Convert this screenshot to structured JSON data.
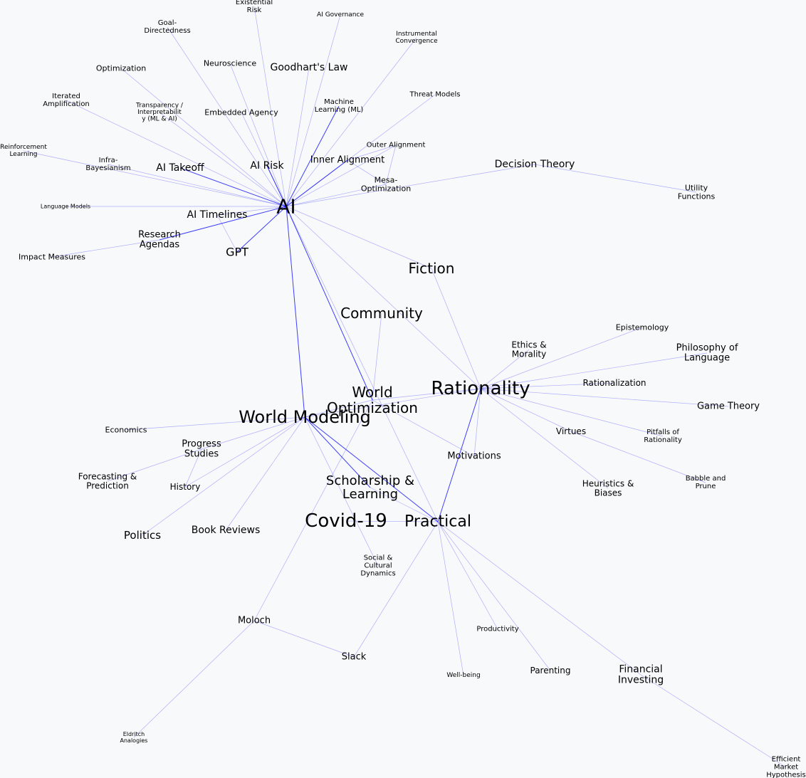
{
  "graph": {
    "edge_color": "#0000ff",
    "nodes": [
      {
        "id": "ai",
        "label": [
          "AI"
        ]
      },
      {
        "id": "rationality",
        "label": [
          "Rationality"
        ]
      },
      {
        "id": "world-modeling",
        "label": [
          "World Modeling"
        ]
      },
      {
        "id": "covid-19",
        "label": [
          "Covid-19"
        ]
      },
      {
        "id": "practical",
        "label": [
          "Practical"
        ]
      },
      {
        "id": "world-optimization",
        "label": [
          "World",
          "Optimization"
        ]
      },
      {
        "id": "community",
        "label": [
          "Community"
        ]
      },
      {
        "id": "fiction",
        "label": [
          "Fiction"
        ]
      },
      {
        "id": "scholarship-learning",
        "label": [
          "Scholarship &",
          "Learning"
        ]
      },
      {
        "id": "existential-risk",
        "label": [
          "Existential",
          "Risk"
        ]
      },
      {
        "id": "ai-governance",
        "label": [
          "AI Governance"
        ]
      },
      {
        "id": "goal-directedness",
        "label": [
          "Goal-",
          "Directedness"
        ]
      },
      {
        "id": "instrumental-convergence",
        "label": [
          "Instrumental",
          "Convergence"
        ]
      },
      {
        "id": "neuroscience",
        "label": [
          "Neuroscience"
        ]
      },
      {
        "id": "goodharts-law",
        "label": [
          "Goodhart's Law"
        ]
      },
      {
        "id": "optimization",
        "label": [
          "Optimization"
        ]
      },
      {
        "id": "iterated-amplification",
        "label": [
          "Iterated",
          "Amplification"
        ]
      },
      {
        "id": "transparency",
        "label": [
          "Transparency /",
          "Interpretabilit",
          "y (ML & AI)"
        ]
      },
      {
        "id": "machine-learning",
        "label": [
          "Machine",
          "Learning  (ML)"
        ]
      },
      {
        "id": "threat-models",
        "label": [
          "Threat Models"
        ]
      },
      {
        "id": "embedded-agency",
        "label": [
          "Embedded Agency"
        ]
      },
      {
        "id": "reinforcement-learning",
        "label": [
          "Reinforcement",
          "Learning"
        ]
      },
      {
        "id": "outer-alignment",
        "label": [
          "Outer Alignment"
        ]
      },
      {
        "id": "infra-bayesianism",
        "label": [
          "Infra-",
          "Bayesianism"
        ]
      },
      {
        "id": "ai-takeoff",
        "label": [
          "AI Takeoff"
        ]
      },
      {
        "id": "ai-risk",
        "label": [
          "AI Risk"
        ]
      },
      {
        "id": "inner-alignment",
        "label": [
          "Inner Alignment"
        ]
      },
      {
        "id": "decision-theory",
        "label": [
          "Decision Theory"
        ]
      },
      {
        "id": "mesa-optimization",
        "label": [
          "Mesa-",
          "Optimization"
        ]
      },
      {
        "id": "utility-functions",
        "label": [
          "Utility",
          "Functions"
        ]
      },
      {
        "id": "language-models",
        "label": [
          "Language Models"
        ]
      },
      {
        "id": "ai-timelines",
        "label": [
          "AI Timelines"
        ]
      },
      {
        "id": "research-agendas",
        "label": [
          "Research",
          "Agendas"
        ]
      },
      {
        "id": "impact-measures",
        "label": [
          "Impact Measures"
        ]
      },
      {
        "id": "gpt",
        "label": [
          "GPT"
        ]
      },
      {
        "id": "epistemology",
        "label": [
          "Epistemology"
        ]
      },
      {
        "id": "ethics-morality",
        "label": [
          "Ethics &",
          "Morality"
        ]
      },
      {
        "id": "philosophy-of-language",
        "label": [
          "Philosophy of",
          "Language"
        ]
      },
      {
        "id": "rationalization",
        "label": [
          "Rationalization"
        ]
      },
      {
        "id": "game-theory",
        "label": [
          "Game Theory"
        ]
      },
      {
        "id": "economics",
        "label": [
          "Economics"
        ]
      },
      {
        "id": "virtues",
        "label": [
          "Virtues"
        ]
      },
      {
        "id": "pitfalls-of-rationality",
        "label": [
          "Pitfalls of",
          "Rationality"
        ]
      },
      {
        "id": "progress-studies",
        "label": [
          "Progress",
          "Studies"
        ]
      },
      {
        "id": "motivations",
        "label": [
          "Motivations"
        ]
      },
      {
        "id": "forecasting-prediction",
        "label": [
          "Forecasting &",
          "Prediction"
        ]
      },
      {
        "id": "babble-and-prune",
        "label": [
          "Babble and",
          "Prune"
        ]
      },
      {
        "id": "heuristics-biases",
        "label": [
          "Heuristics &",
          "Biases"
        ]
      },
      {
        "id": "history",
        "label": [
          "History"
        ]
      },
      {
        "id": "politics",
        "label": [
          "Politics"
        ]
      },
      {
        "id": "book-reviews",
        "label": [
          "Book Reviews"
        ]
      },
      {
        "id": "social-cultural-dynamics",
        "label": [
          "Social &",
          "Cultural",
          "Dynamics"
        ]
      },
      {
        "id": "moloch",
        "label": [
          "Moloch"
        ]
      },
      {
        "id": "productivity",
        "label": [
          "Productivity"
        ]
      },
      {
        "id": "slack",
        "label": [
          "Slack"
        ]
      },
      {
        "id": "financial-investing",
        "label": [
          "Financial",
          "Investing"
        ]
      },
      {
        "id": "parenting",
        "label": [
          "Parenting"
        ]
      },
      {
        "id": "well-being",
        "label": [
          "Well-being"
        ]
      },
      {
        "id": "eldritch-analogies",
        "label": [
          "Eldritch",
          "Analogies"
        ]
      },
      {
        "id": "efficient-market-hypothesis",
        "label": [
          "Efficient",
          "Market",
          "Hypothesis"
        ]
      }
    ],
    "edges": [
      [
        "ai",
        "existential-risk"
      ],
      [
        "ai",
        "ai-governance"
      ],
      [
        "ai",
        "goal-directedness"
      ],
      [
        "ai",
        "instrumental-convergence"
      ],
      [
        "ai",
        "neuroscience"
      ],
      [
        "ai",
        "goodharts-law"
      ],
      [
        "ai",
        "optimization"
      ],
      [
        "ai",
        "iterated-amplification"
      ],
      [
        "ai",
        "transparency"
      ],
      [
        "ai",
        "machine-learning"
      ],
      [
        "ai",
        "threat-models"
      ],
      [
        "ai",
        "embedded-agency"
      ],
      [
        "ai",
        "reinforcement-learning"
      ],
      [
        "ai",
        "outer-alignment"
      ],
      [
        "ai",
        "infra-bayesianism"
      ],
      [
        "ai",
        "ai-takeoff"
      ],
      [
        "ai",
        "ai-risk"
      ],
      [
        "ai",
        "inner-alignment"
      ],
      [
        "ai",
        "mesa-optimization"
      ],
      [
        "ai",
        "decision-theory"
      ],
      [
        "ai",
        "language-models"
      ],
      [
        "ai",
        "ai-timelines"
      ],
      [
        "ai",
        "research-agendas"
      ],
      [
        "ai",
        "gpt"
      ],
      [
        "ai",
        "fiction"
      ],
      [
        "ai",
        "world-modeling"
      ],
      [
        "ai",
        "rationality"
      ],
      [
        "ai",
        "world-optimization"
      ],
      [
        "ai",
        "practical"
      ],
      [
        "inner-alignment",
        "mesa-optimization"
      ],
      [
        "inner-alignment",
        "outer-alignment"
      ],
      [
        "mesa-optimization",
        "outer-alignment"
      ],
      [
        "ai-timelines",
        "gpt"
      ],
      [
        "research-agendas",
        "impact-measures"
      ],
      [
        "decision-theory",
        "utility-functions"
      ],
      [
        "fiction",
        "rationality"
      ],
      [
        "community",
        "world-optimization"
      ],
      [
        "rationality",
        "epistemology"
      ],
      [
        "rationality",
        "ethics-morality"
      ],
      [
        "rationality",
        "philosophy-of-language"
      ],
      [
        "rationality",
        "rationalization"
      ],
      [
        "rationality",
        "game-theory"
      ],
      [
        "rationality",
        "virtues"
      ],
      [
        "rationality",
        "pitfalls-of-rationality"
      ],
      [
        "rationality",
        "motivations"
      ],
      [
        "rationality",
        "heuristics-biases"
      ],
      [
        "rationality",
        "world-modeling"
      ],
      [
        "rationality",
        "world-optimization"
      ],
      [
        "rationality",
        "practical"
      ],
      [
        "virtues",
        "babble-and-prune"
      ],
      [
        "world-modeling",
        "economics"
      ],
      [
        "world-modeling",
        "progress-studies"
      ],
      [
        "world-modeling",
        "history"
      ],
      [
        "world-modeling",
        "politics"
      ],
      [
        "world-modeling",
        "book-reviews"
      ],
      [
        "world-modeling",
        "social-cultural-dynamics"
      ],
      [
        "world-modeling",
        "practical"
      ],
      [
        "world-modeling",
        "world-optimization"
      ],
      [
        "world-modeling",
        "scholarship-learning"
      ],
      [
        "progress-studies",
        "forecasting-prediction"
      ],
      [
        "progress-studies",
        "history"
      ],
      [
        "world-optimization",
        "motivations"
      ],
      [
        "world-optimization",
        "moloch"
      ],
      [
        "covid-19",
        "practical"
      ],
      [
        "scholarship-learning",
        "practical"
      ],
      [
        "practical",
        "productivity"
      ],
      [
        "practical",
        "parenting"
      ],
      [
        "practical",
        "well-being"
      ],
      [
        "practical",
        "financial-investing"
      ],
      [
        "practical",
        "slack"
      ],
      [
        "moloch",
        "slack"
      ],
      [
        "moloch",
        "eldritch-analogies"
      ],
      [
        "financial-investing",
        "efficient-market-hypothesis"
      ]
    ]
  }
}
